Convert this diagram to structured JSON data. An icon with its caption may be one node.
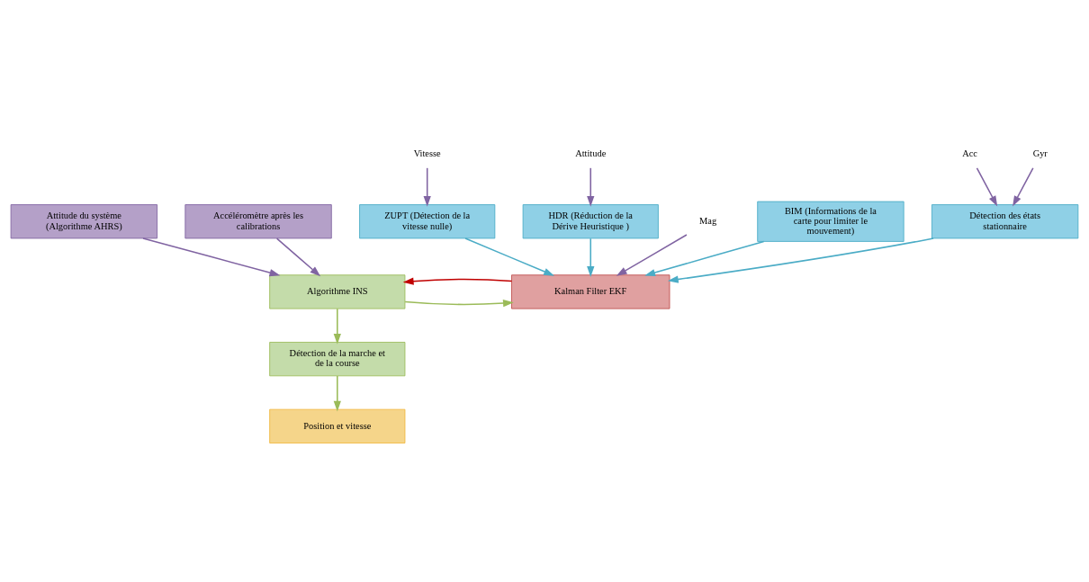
{
  "diagram": {
    "nodes": [
      {
        "text": [
          "Attitude du système (Algorithme AHRS)"
        ]
      },
      {
        "text": [
          "Accéléromètre après les calibrations"
        ]
      },
      {
        "text": [
          "Vitesse"
        ]
      },
      {
        "text": [
          "Attitude"
        ]
      },
      {
        "text": [
          "ZUPT (Détection de la vitesse nulle)"
        ]
      },
      {
        "text": [
          "HDR (Réduction de la Dérive Heuristique )"
        ]
      },
      {
        "text": [
          "Algorithme INS"
        ]
      },
      {
        "text": [
          "Kalman Filter EKF"
        ]
      },
      {
        "text": [
          "Mag"
        ]
      },
      {
        "text": [
          "BIM (Informations de la carte pour limiter le mouvement)"
        ]
      },
      {
        "text": [
          "Détection de la marche et de la course"
        ]
      },
      {
        "text": [
          "Détection des états stationnaire"
        ]
      },
      {
        "text": [
          "Position et vitesse"
        ]
      },
      {
        "text": [
          "Acc"
        ]
      },
      {
        "text": [
          "Gyr"
        ]
      }
    ],
    "edges": [
      {
        "from": 0,
        "to": 6,
        "arrow": "to"
      },
      {
        "from": 1,
        "to": 6,
        "arrow": "to"
      },
      {
        "from": 2,
        "to": 4,
        "arrow": "to"
      },
      {
        "from": 3,
        "to": 5,
        "arrow": "to"
      },
      {
        "from": 4,
        "to": 7,
        "arrow": "to",
        "color": "#4bacc6"
      },
      {
        "from": 5,
        "to": 7,
        "arrow": "to",
        "color": "#4bacc6"
      },
      {
        "from": 6,
        "to": 7,
        "arrow": "to",
        "color": "#9bbb59"
      },
      {
        "from": 7,
        "to": 6,
        "arrow": "to",
        "color": "#c00000"
      },
      {
        "from": 8,
        "to": 7,
        "arrow": "to"
      },
      {
        "from": 9,
        "to": 7,
        "arrow": "to",
        "color": "#4bacc6"
      },
      {
        "from": 11,
        "to": 7,
        "arrow": "to",
        "color": "#4bacc6"
      },
      {
        "from": 6,
        "to": 10,
        "arrow": "to",
        "color": "#9bbb59"
      },
      {
        "from": 10,
        "to": 12,
        "arrow": "to",
        "color": "#9bbb59"
      },
      {
        "from": 13,
        "to": 11,
        "arrow": "to"
      },
      {
        "from": 14,
        "to": 11,
        "arrow": "to"
      }
    ]
  }
}
